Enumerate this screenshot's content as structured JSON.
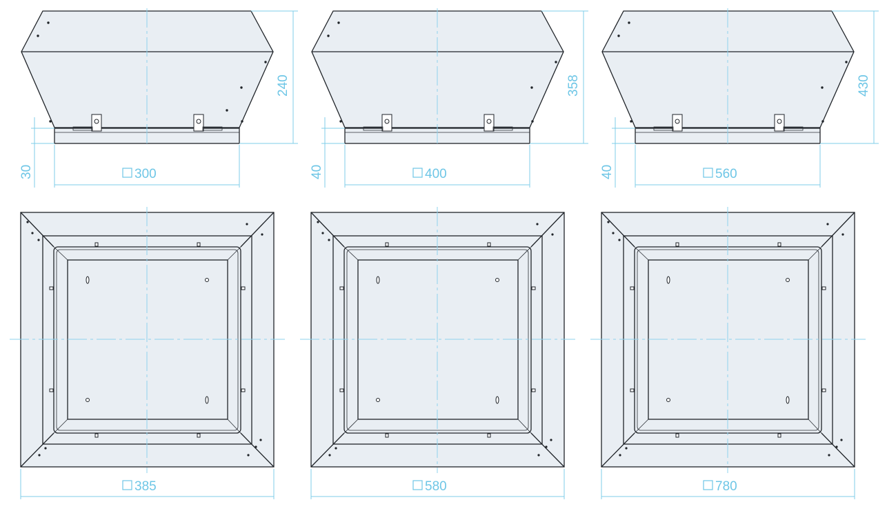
{
  "side_views": [
    {
      "width_label": "300",
      "height_label": "240",
      "base_label": "30"
    },
    {
      "width_label": "400",
      "height_label": "358",
      "base_label": "40"
    },
    {
      "width_label": "560",
      "height_label": "430",
      "base_label": "40"
    }
  ],
  "top_views": [
    {
      "width_label": "385"
    },
    {
      "width_label": "580"
    },
    {
      "width_label": "780"
    }
  ],
  "colors": {
    "dimension": "#6ec6e6",
    "outline": "#1f2328",
    "body_fill": "#e9eef3"
  },
  "square_symbol": "square-icon"
}
